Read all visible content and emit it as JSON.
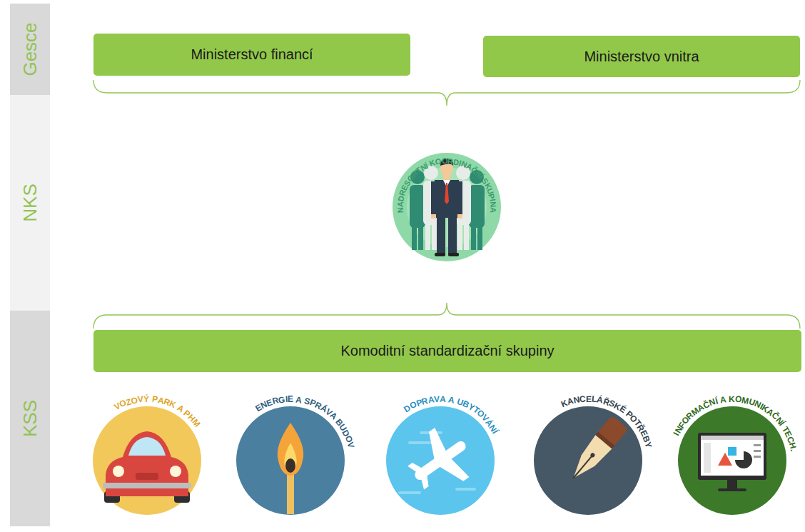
{
  "diagram": {
    "nodes": [
      {
        "text": [
          "Gesce"
        ]
      },
      {
        "text": [
          "Ministerstvo financí"
        ]
      },
      {
        "text": [
          "Ministerstvo vnitra"
        ]
      },
      {
        "text": [
          "NKS"
        ]
      },
      {
        "text": [
          "NADRESORTNÍ KOORDINAČNÍ SKUPINA"
        ]
      },
      {
        "text": [
          "KSS"
        ]
      },
      {
        "text": [
          "Komoditní standardizační skupiny"
        ]
      },
      {
        "text": [
          "VOZOVÝ PARK A PHM"
        ]
      },
      {
        "text": [
          "ENERGIE A SPRÁVA BUDOV"
        ]
      },
      {
        "text": [
          "DOPRAVA A UBYTOVÁNÍ"
        ]
      },
      {
        "text": [
          "KANCELÁŘSKÉ POTŘEBY"
        ]
      },
      {
        "text": [
          "INFORMAČNÍ A KOMUNIKAČNÍ TECH."
        ]
      }
    ]
  }
}
